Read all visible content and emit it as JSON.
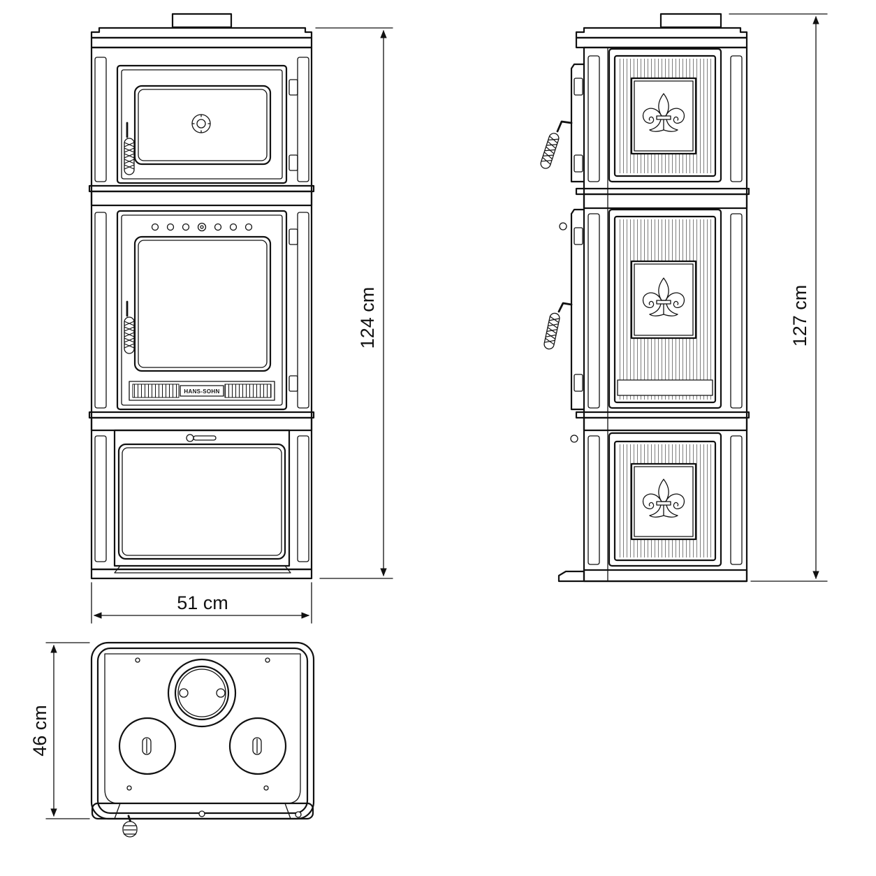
{
  "dimensions": {
    "front_height": "124 cm",
    "front_width": "51 cm",
    "side_height": "127 cm",
    "top_depth": "46 cm"
  },
  "brand_plate": "HANS-SOHN",
  "colors": {
    "line": "#111111",
    "background": "#ffffff"
  },
  "icons": [
    "fleur-de-lis-icon",
    "door-handle-icon",
    "air-vent-knob-icon",
    "hob-plate-icon",
    "flue-collar-icon"
  ]
}
